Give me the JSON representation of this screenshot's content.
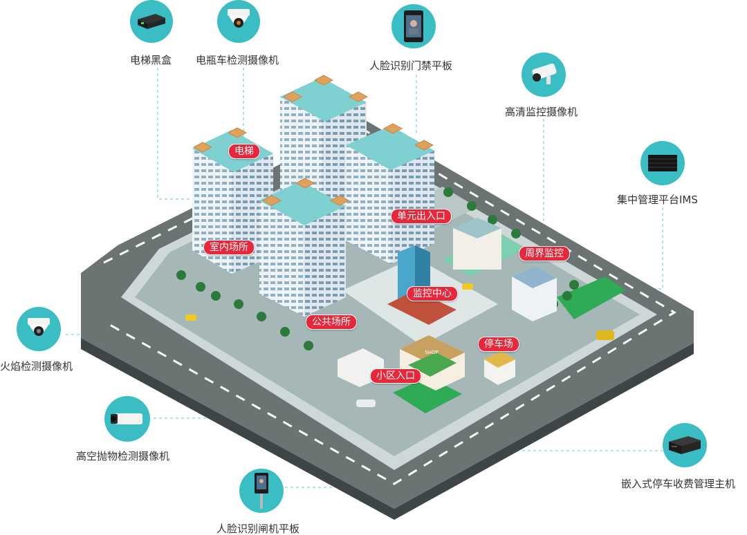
{
  "devices": [
    {
      "id": "elevator-blackbox",
      "label": "电梯黑盒",
      "icon": "black-box-icon"
    },
    {
      "id": "ebike-camera",
      "label": "电瓶车检测摄像机",
      "icon": "dome-camera-icon"
    },
    {
      "id": "face-access-tablet",
      "label": "人脸识别门禁平板",
      "icon": "face-tablet-icon"
    },
    {
      "id": "hd-camera",
      "label": "高清监控摄像机",
      "icon": "bullet-camera-icon"
    },
    {
      "id": "ims-platform",
      "label": "集中管理平台IMS",
      "icon": "server-rack-icon"
    },
    {
      "id": "fire-camera",
      "label": "火焰检测摄像机",
      "icon": "dome-camera-icon"
    },
    {
      "id": "throw-camera",
      "label": "高空抛物检测摄像机",
      "icon": "box-camera-icon"
    },
    {
      "id": "face-gate-tablet",
      "label": "人脸识别闸机平板",
      "icon": "face-gate-icon"
    },
    {
      "id": "parking-host",
      "label": "嵌入式停车收费管理主机",
      "icon": "embedded-host-icon"
    }
  ],
  "areas": [
    {
      "id": "elevator",
      "label": "电梯"
    },
    {
      "id": "unit-entrance",
      "label": "单元出入口"
    },
    {
      "id": "indoor-place",
      "label": "室内场所"
    },
    {
      "id": "perimeter",
      "label": "周界监控"
    },
    {
      "id": "monitor-center",
      "label": "监控中心"
    },
    {
      "id": "public-place",
      "label": "公共场所"
    },
    {
      "id": "parking-lot",
      "label": "停车场"
    },
    {
      "id": "community-entrance",
      "label": "小区入口"
    }
  ],
  "shop_sign": "SHOP",
  "colors": {
    "accent": "#3bbdc4",
    "tag": "#e8283a",
    "road": "#6b7373",
    "line": "#5ec4cc"
  }
}
